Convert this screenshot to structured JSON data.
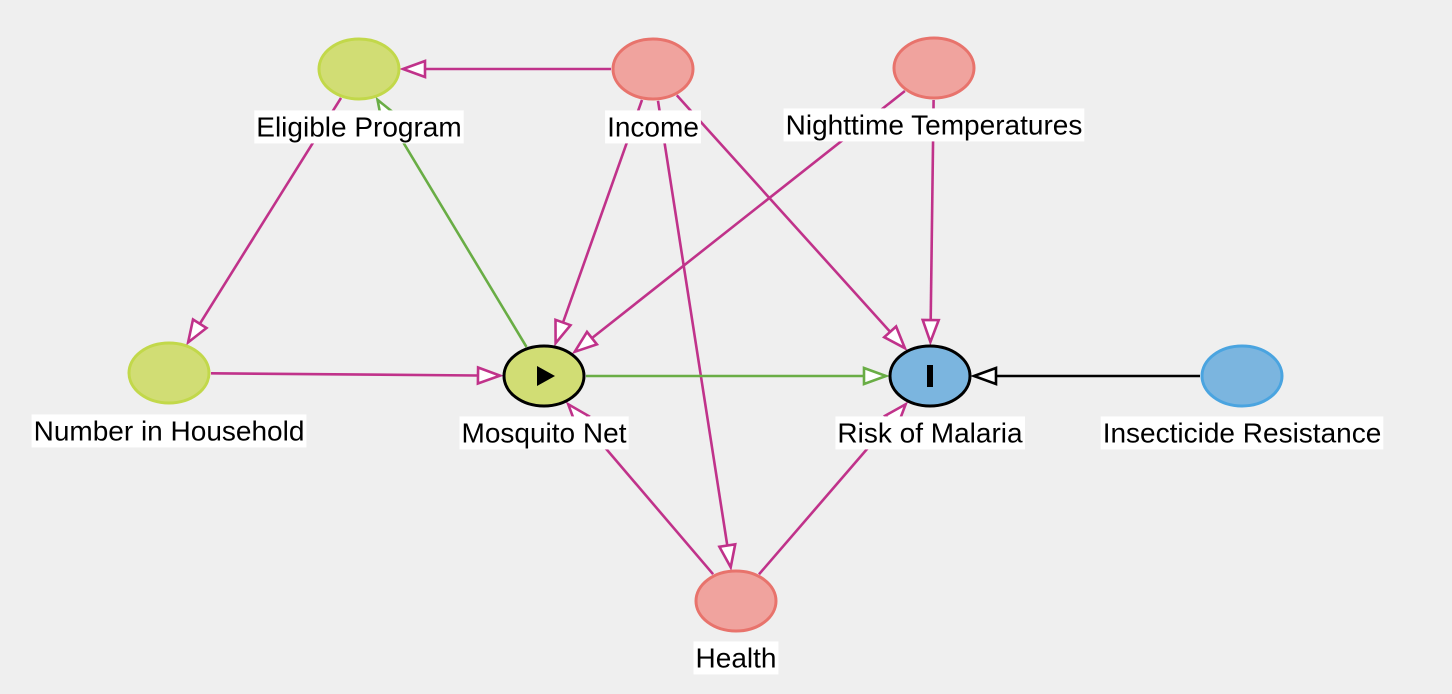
{
  "colors": {
    "background": "#efefef",
    "adjusted_fill": "#d1dd74",
    "adjusted_stroke": "#c2d84a",
    "ancestor_fill": "#f0a39e",
    "ancestor_stroke": "#e8736c",
    "outcome_ancestor_fill": "#7bb5df",
    "outcome_ancestor_stroke": "#4aa4e0",
    "biasing_path": "#c0328a",
    "causal_path": "#69ad45",
    "other_path": "#000000",
    "selected_stroke": "#000000"
  },
  "nodes": [
    {
      "id": "eligible",
      "label": "Eligible Program",
      "type": "adjusted"
    },
    {
      "id": "income",
      "label": "Income",
      "type": "ancestor"
    },
    {
      "id": "nighttime",
      "label": "Nighttime Temperatures",
      "type": "ancestor"
    },
    {
      "id": "household",
      "label": "Number in Household",
      "type": "adjusted"
    },
    {
      "id": "mosquito",
      "label": "Mosquito Net",
      "type": "exposure",
      "icon": "play-icon"
    },
    {
      "id": "risk",
      "label": "Risk of Malaria",
      "type": "outcome",
      "icon": "bar-icon"
    },
    {
      "id": "insecticide",
      "label": "Insecticide Resistance",
      "type": "outcome_ancestor"
    },
    {
      "id": "health",
      "label": "Health",
      "type": "ancestor"
    }
  ],
  "edges": [
    {
      "from": "income",
      "to": "eligible",
      "kind": "biasing"
    },
    {
      "from": "eligible",
      "to": "household",
      "kind": "biasing"
    },
    {
      "from": "mosquito",
      "to": "eligible",
      "kind": "causal"
    },
    {
      "from": "income",
      "to": "mosquito",
      "kind": "biasing"
    },
    {
      "from": "income",
      "to": "health",
      "kind": "biasing"
    },
    {
      "from": "income",
      "to": "risk",
      "kind": "biasing"
    },
    {
      "from": "nighttime",
      "to": "mosquito",
      "kind": "biasing"
    },
    {
      "from": "nighttime",
      "to": "risk",
      "kind": "biasing"
    },
    {
      "from": "household",
      "to": "mosquito",
      "kind": "biasing"
    },
    {
      "from": "mosquito",
      "to": "risk",
      "kind": "causal"
    },
    {
      "from": "insecticide",
      "to": "risk",
      "kind": "other"
    },
    {
      "from": "health",
      "to": "mosquito",
      "kind": "biasing"
    },
    {
      "from": "health",
      "to": "risk",
      "kind": "biasing"
    }
  ]
}
